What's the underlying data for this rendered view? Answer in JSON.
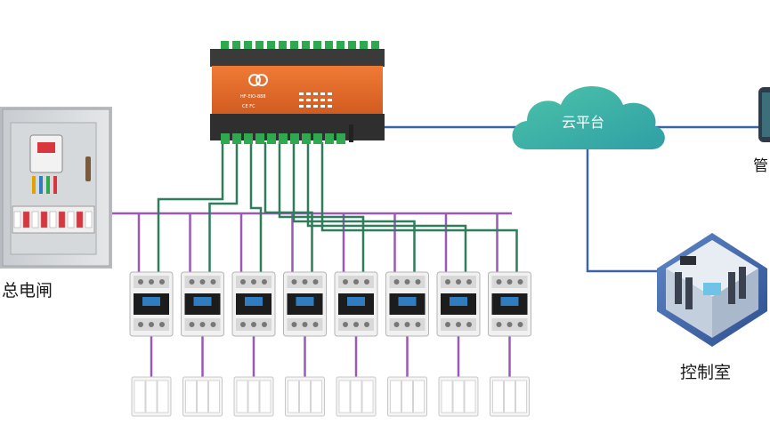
{
  "labels": {
    "main_breaker": "总电闸",
    "cloud_platform": "云平台",
    "control_room": "控制室",
    "management_partial": "管"
  },
  "device": {
    "model": "HF-EIO-888",
    "cert_marks": "CE FC"
  },
  "colors": {
    "power_wire": "#9b59b6",
    "signal_wire": "#2f7d5a",
    "network_line": "#3b64a8",
    "device_orange": "#e2692b",
    "device_dark": "#3a3a3a",
    "cloud_fill": "#3bb3a3",
    "terminal_green": "#2fa84f"
  },
  "counts": {
    "contactors": 8,
    "switch_panels": 8
  }
}
